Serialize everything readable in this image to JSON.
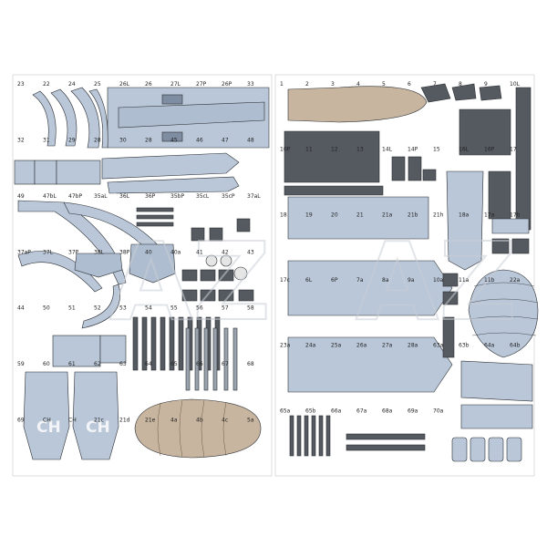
{
  "sheet": {
    "colors": {
      "background": "#ffffff",
      "part_grey": "#b9c7d8",
      "part_dark": "#555a60",
      "part_tan": "#c7b59f",
      "outline": "#2b2e33",
      "watermark": "#c9ced6"
    },
    "watermark_text": "AZ",
    "markings": {
      "left": "CH",
      "right": "CH"
    },
    "left_labels": [
      "23",
      "22",
      "24",
      "25",
      "26L",
      "26",
      "27L",
      "27P",
      "26P",
      "33",
      "32",
      "31",
      "29",
      "28",
      "30",
      "28",
      "45",
      "46",
      "47",
      "48",
      "49",
      "47bL",
      "47bP",
      "35aL",
      "36L",
      "36P",
      "35bP",
      "35cL",
      "35cP",
      "37aL",
      "37aP",
      "37L",
      "37P",
      "38L",
      "38P",
      "40",
      "40a",
      "41",
      "42",
      "43",
      "44",
      "50",
      "51",
      "52",
      "53",
      "54",
      "55",
      "56",
      "57",
      "58",
      "59",
      "60",
      "61",
      "62",
      "63",
      "64",
      "65",
      "66",
      "67",
      "68",
      "69",
      "CH",
      "CH",
      "21c",
      "21d",
      "21e",
      "4a",
      "4b",
      "4c",
      "5a"
    ],
    "right_labels": [
      "1",
      "2",
      "3",
      "4",
      "5",
      "6",
      "7",
      "8",
      "9",
      "10L",
      "10P",
      "11",
      "12",
      "13",
      "14L",
      "14P",
      "15",
      "16L",
      "16P",
      "17",
      "18",
      "19",
      "20",
      "21",
      "21a",
      "21b",
      "21h",
      "18a",
      "17a",
      "17b",
      "17c",
      "6L",
      "6P",
      "7a",
      "8a",
      "9a",
      "10a",
      "11a",
      "11b",
      "22a",
      "23a",
      "24a",
      "25a",
      "26a",
      "27a",
      "28a",
      "63a",
      "63b",
      "64a",
      "64b",
      "65a",
      "65b",
      "66a",
      "67a",
      "68a",
      "69a",
      "70a"
    ]
  }
}
